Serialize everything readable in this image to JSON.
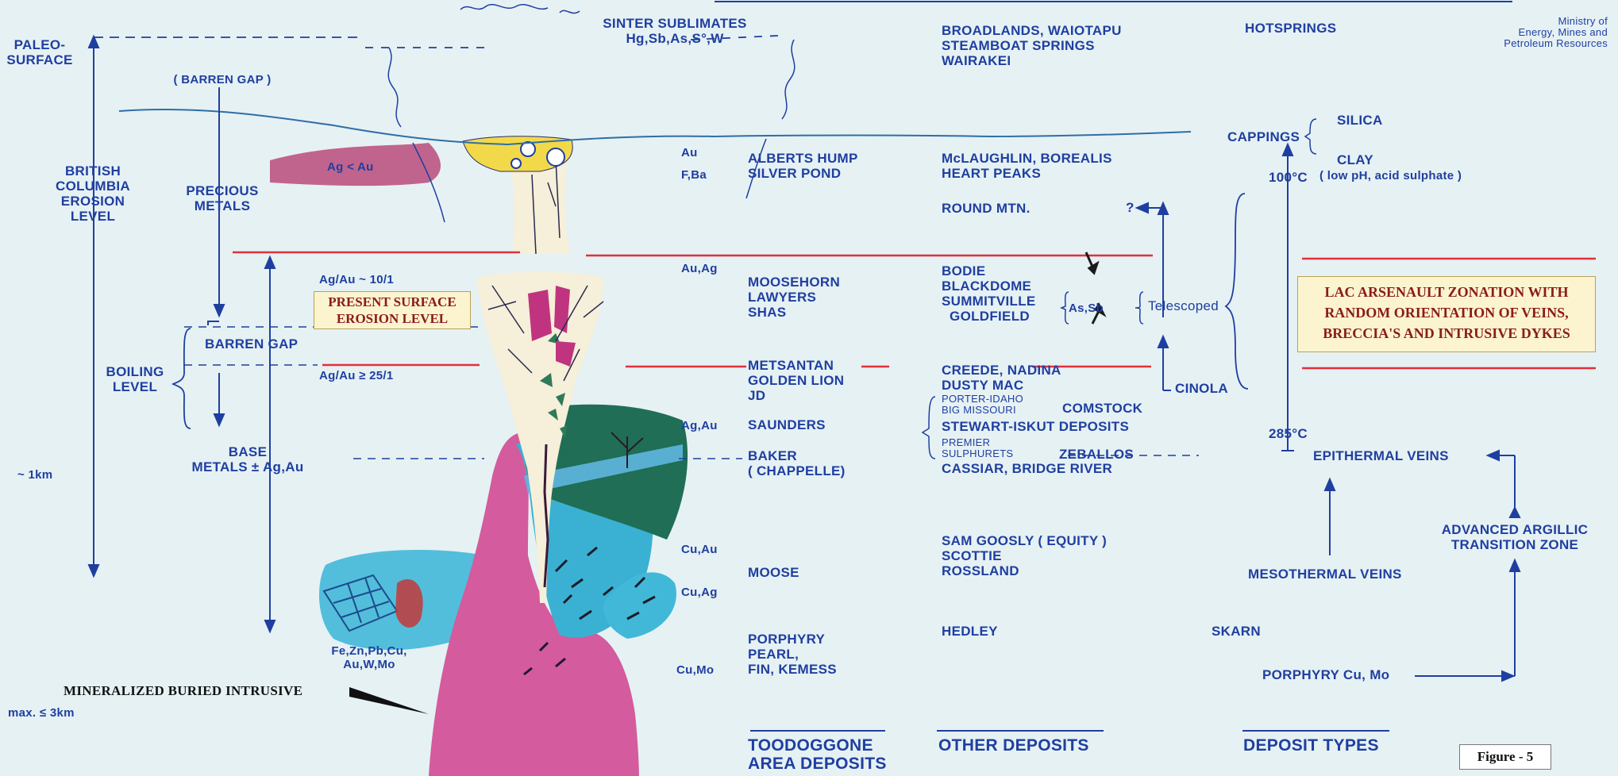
{
  "colors": {
    "background": "#e6f1f4",
    "text": "#1f3fa0",
    "red_line": "#e0313a",
    "magenta": "#c2478f",
    "pink": "#e06aa8",
    "cyan": "#41b8d8",
    "green": "#2e7a5a",
    "yellow": "#f2d94a",
    "cream": "#f6efd9",
    "box_fill": "#fbf4cf",
    "box_text": "#8b1b1b"
  },
  "credit": "Ministry of\nEnergy, Mines and\nPetroleum Resources",
  "left": {
    "paleo_surface": "PALEO-\nSURFACE",
    "barren_gap_top": "( BARREN GAP )",
    "bc_erosion": "BRITISH\nCOLUMBIA\nEROSION\nLEVEL",
    "precious_metals": "PRECIOUS\nMETALS",
    "barren_gap": "BARREN GAP",
    "boiling_level": "BOILING\nLEVEL",
    "base_metals": "BASE\nMETALS ± Ag,Au",
    "depth_1km": "~ 1km",
    "max_depth": "max. ≤ 3km"
  },
  "diagram": {
    "ag_lt_au": "Ag < Au",
    "ratio_10": "Ag/Au ~ 10/1",
    "ratio_25": "Ag/Au ≥ 25/1",
    "sinter": "SINTER SUBLIMATES\nHg,Sb,As,S°,W",
    "elements_left": "Fe,Zn,Pb,Cu,\nAu,W,Mo",
    "present_surface": "PRESENT SURFACE\nEROSION LEVEL",
    "buried_intrusive": "MINERALIZED BURIED INTRUSIVE"
  },
  "metals": [
    "Au",
    "F,Ba",
    "Au,Ag",
    "Ag,Au",
    "Cu,Au",
    "Cu,Ag",
    "Cu,Mo"
  ],
  "toodoggone": {
    "alberts": "ALBERTS HUMP\nSILVER POND",
    "moosehorn": "MOOSEHORN\nLAWYERS\nSHAS",
    "metsantan": "METSANTAN\nGOLDEN LION\nJD",
    "saunders": "SAUNDERS",
    "baker": "BAKER\n( CHAPPELLE)",
    "moose": "MOOSE",
    "porphyry": "PORPHYRY\nPEARL,\nFIN, KEMESS"
  },
  "other": {
    "broadlands": "BROADLANDS, WAIOTAPU\nSTEAMBOAT SPRINGS\nWAIRAKEI",
    "mclaughlin": "McLAUGHLIN, BOREALIS\nHEART PEAKS",
    "round_mtn": "ROUND MTN.",
    "bodie": "BODIE\nBLACKDOME\nSUMMITVILLE\n  GOLDFIELD",
    "as_sb": "As,Sb",
    "telescoped": "Telescoped",
    "question": "?",
    "creede": "CREEDE, NADINA\nDUSTY MAC",
    "cinola": "CINOLA",
    "porter": "PORTER-IDAHO\nBIG MISSOURI",
    "comstock": "COMSTOCK",
    "stewart": "STEWART-ISKUT DEPOSITS",
    "premier": "PREMIER\nSULPHURETS",
    "zeballos": "ZEBALLOS",
    "cassiar": "CASSIAR, BRIDGE RIVER",
    "sam_goosly": "SAM GOOSLY ( EQUITY )\nSCOTTIE\nROSSLAND",
    "hedley": "HEDLEY"
  },
  "types": {
    "hotsprings": "HOTSPRINGS",
    "cappings": "CAPPINGS",
    "silica": "SILICA",
    "clay": "CLAY",
    "clay_note": "( low pH, acid sulphate )",
    "temp_100": "100°C",
    "temp_285": "285°C",
    "epithermal": "EPITHERMAL VEINS",
    "advanced": "ADVANCED ARGILLIC\nTRANSITION ZONE",
    "mesothermal": "MESOTHERMAL VEINS",
    "skarn": "SKARN",
    "porphyry_cumo": "PORPHYRY Cu, Mo"
  },
  "lac_box": "LAC ARSENAULT ZONATION WITH\nRANDOM ORIENTATION OF VEINS,\nBRECCIA'S AND INTRUSIVE DYKES",
  "footer": {
    "toodoggone": "TOODOGGONE\nAREA DEPOSITS",
    "other_deposits": "OTHER DEPOSITS",
    "deposit_types": "DEPOSIT TYPES"
  },
  "figure_label": "Figure - 5"
}
